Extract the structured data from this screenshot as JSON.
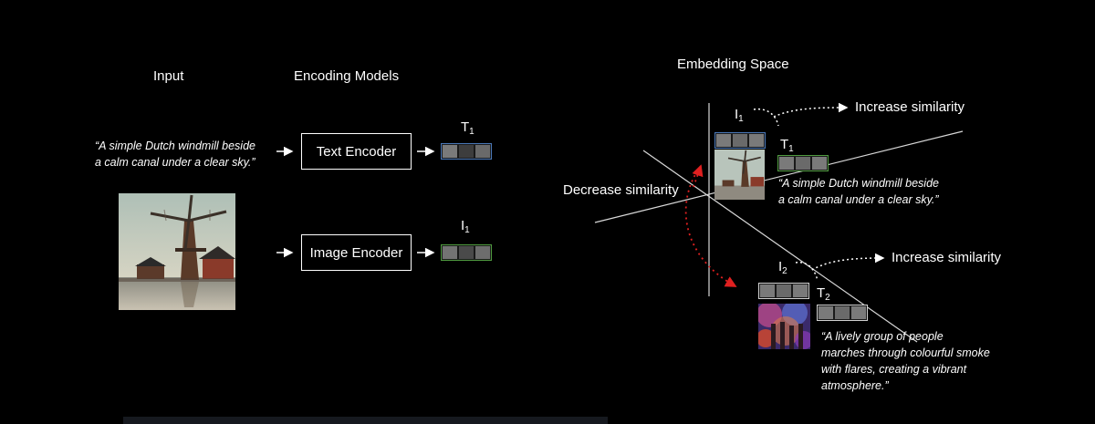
{
  "headings": {
    "input": "Input",
    "encoding_models": "Encoding Models",
    "embedding_space": "Embedding Space"
  },
  "input": {
    "caption_line1": "“A simple Dutch windmill beside",
    "caption_line2": "a calm canal under a clear sky.”",
    "image_icon": "windmill-image"
  },
  "encoders": {
    "text": "Text Encoder",
    "image": "Image Encoder"
  },
  "vectors": {
    "t1": {
      "letter": "T",
      "sub": "1"
    },
    "i1": {
      "letter": "I",
      "sub": "1"
    }
  },
  "space": {
    "i1": {
      "letter": "I",
      "sub": "1"
    },
    "t1": {
      "letter": "T",
      "sub": "1"
    },
    "i2": {
      "letter": "I",
      "sub": "2"
    },
    "t2": {
      "letter": "T",
      "sub": "2"
    },
    "increase1": "Increase similarity",
    "increase2": "Increase similarity",
    "decrease": "Decrease similarity",
    "windmill_caption_line1": "“A simple Dutch windmill beside",
    "windmill_caption_line2": "a calm canal under a clear sky.”",
    "crowd_caption_line1": "“A lively group of people",
    "crowd_caption_line2": "marches through colourful smoke",
    "crowd_caption_line3": "with flares, creating a vibrant",
    "crowd_caption_line4": "atmosphere.”",
    "crowd_icon": "crowd-smoke-image"
  },
  "colors": {
    "text_vector_border": "#4a78b8",
    "image_vector_border": "#4f9a3f",
    "decrease_arrow": "#e02020"
  }
}
